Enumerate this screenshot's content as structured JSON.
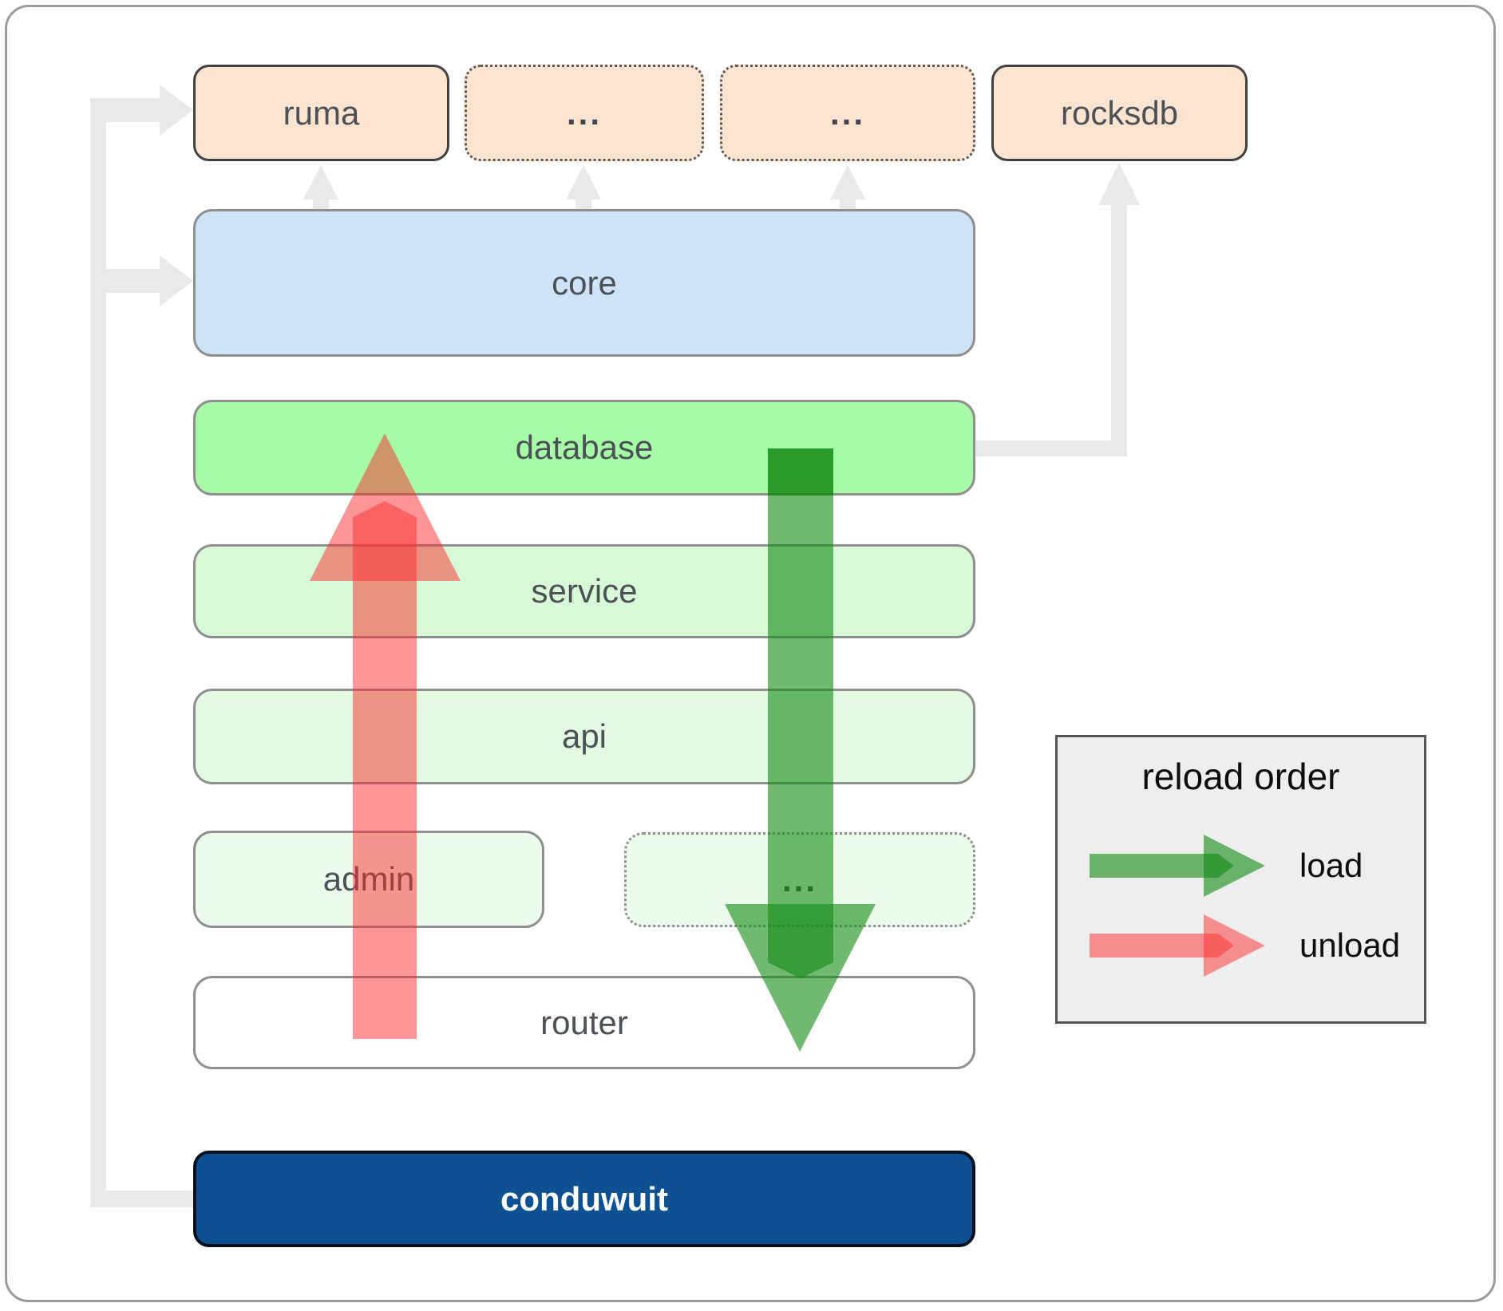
{
  "boxes": {
    "ruma": "ruma",
    "deps_more_1": "...",
    "deps_more_2": "...",
    "rocksdb": "rocksdb",
    "core": "core",
    "database": "database",
    "service": "service",
    "api": "api",
    "admin": "admin",
    "services_more": "...",
    "router": "router",
    "app": "conduwuit"
  },
  "legend": {
    "title": "reload order",
    "load_label": "load",
    "unload_label": "unload"
  },
  "colors": {
    "dependency_fill": "#fce4d1",
    "core_fill": "#cfe3f8",
    "database_fill": "#a7fba7",
    "service_fill": "#d7f9d7",
    "api_fill": "#e1fae1",
    "admin_fill": "#ecfcec",
    "router_fill": "#ffffff",
    "app_fill": "#0e5193",
    "load_arrow_green": "#128a12",
    "unload_arrow_red": "#fa2d2d",
    "connector_gray": "#e9e9e9",
    "legend_bg": "#eeeeee"
  }
}
